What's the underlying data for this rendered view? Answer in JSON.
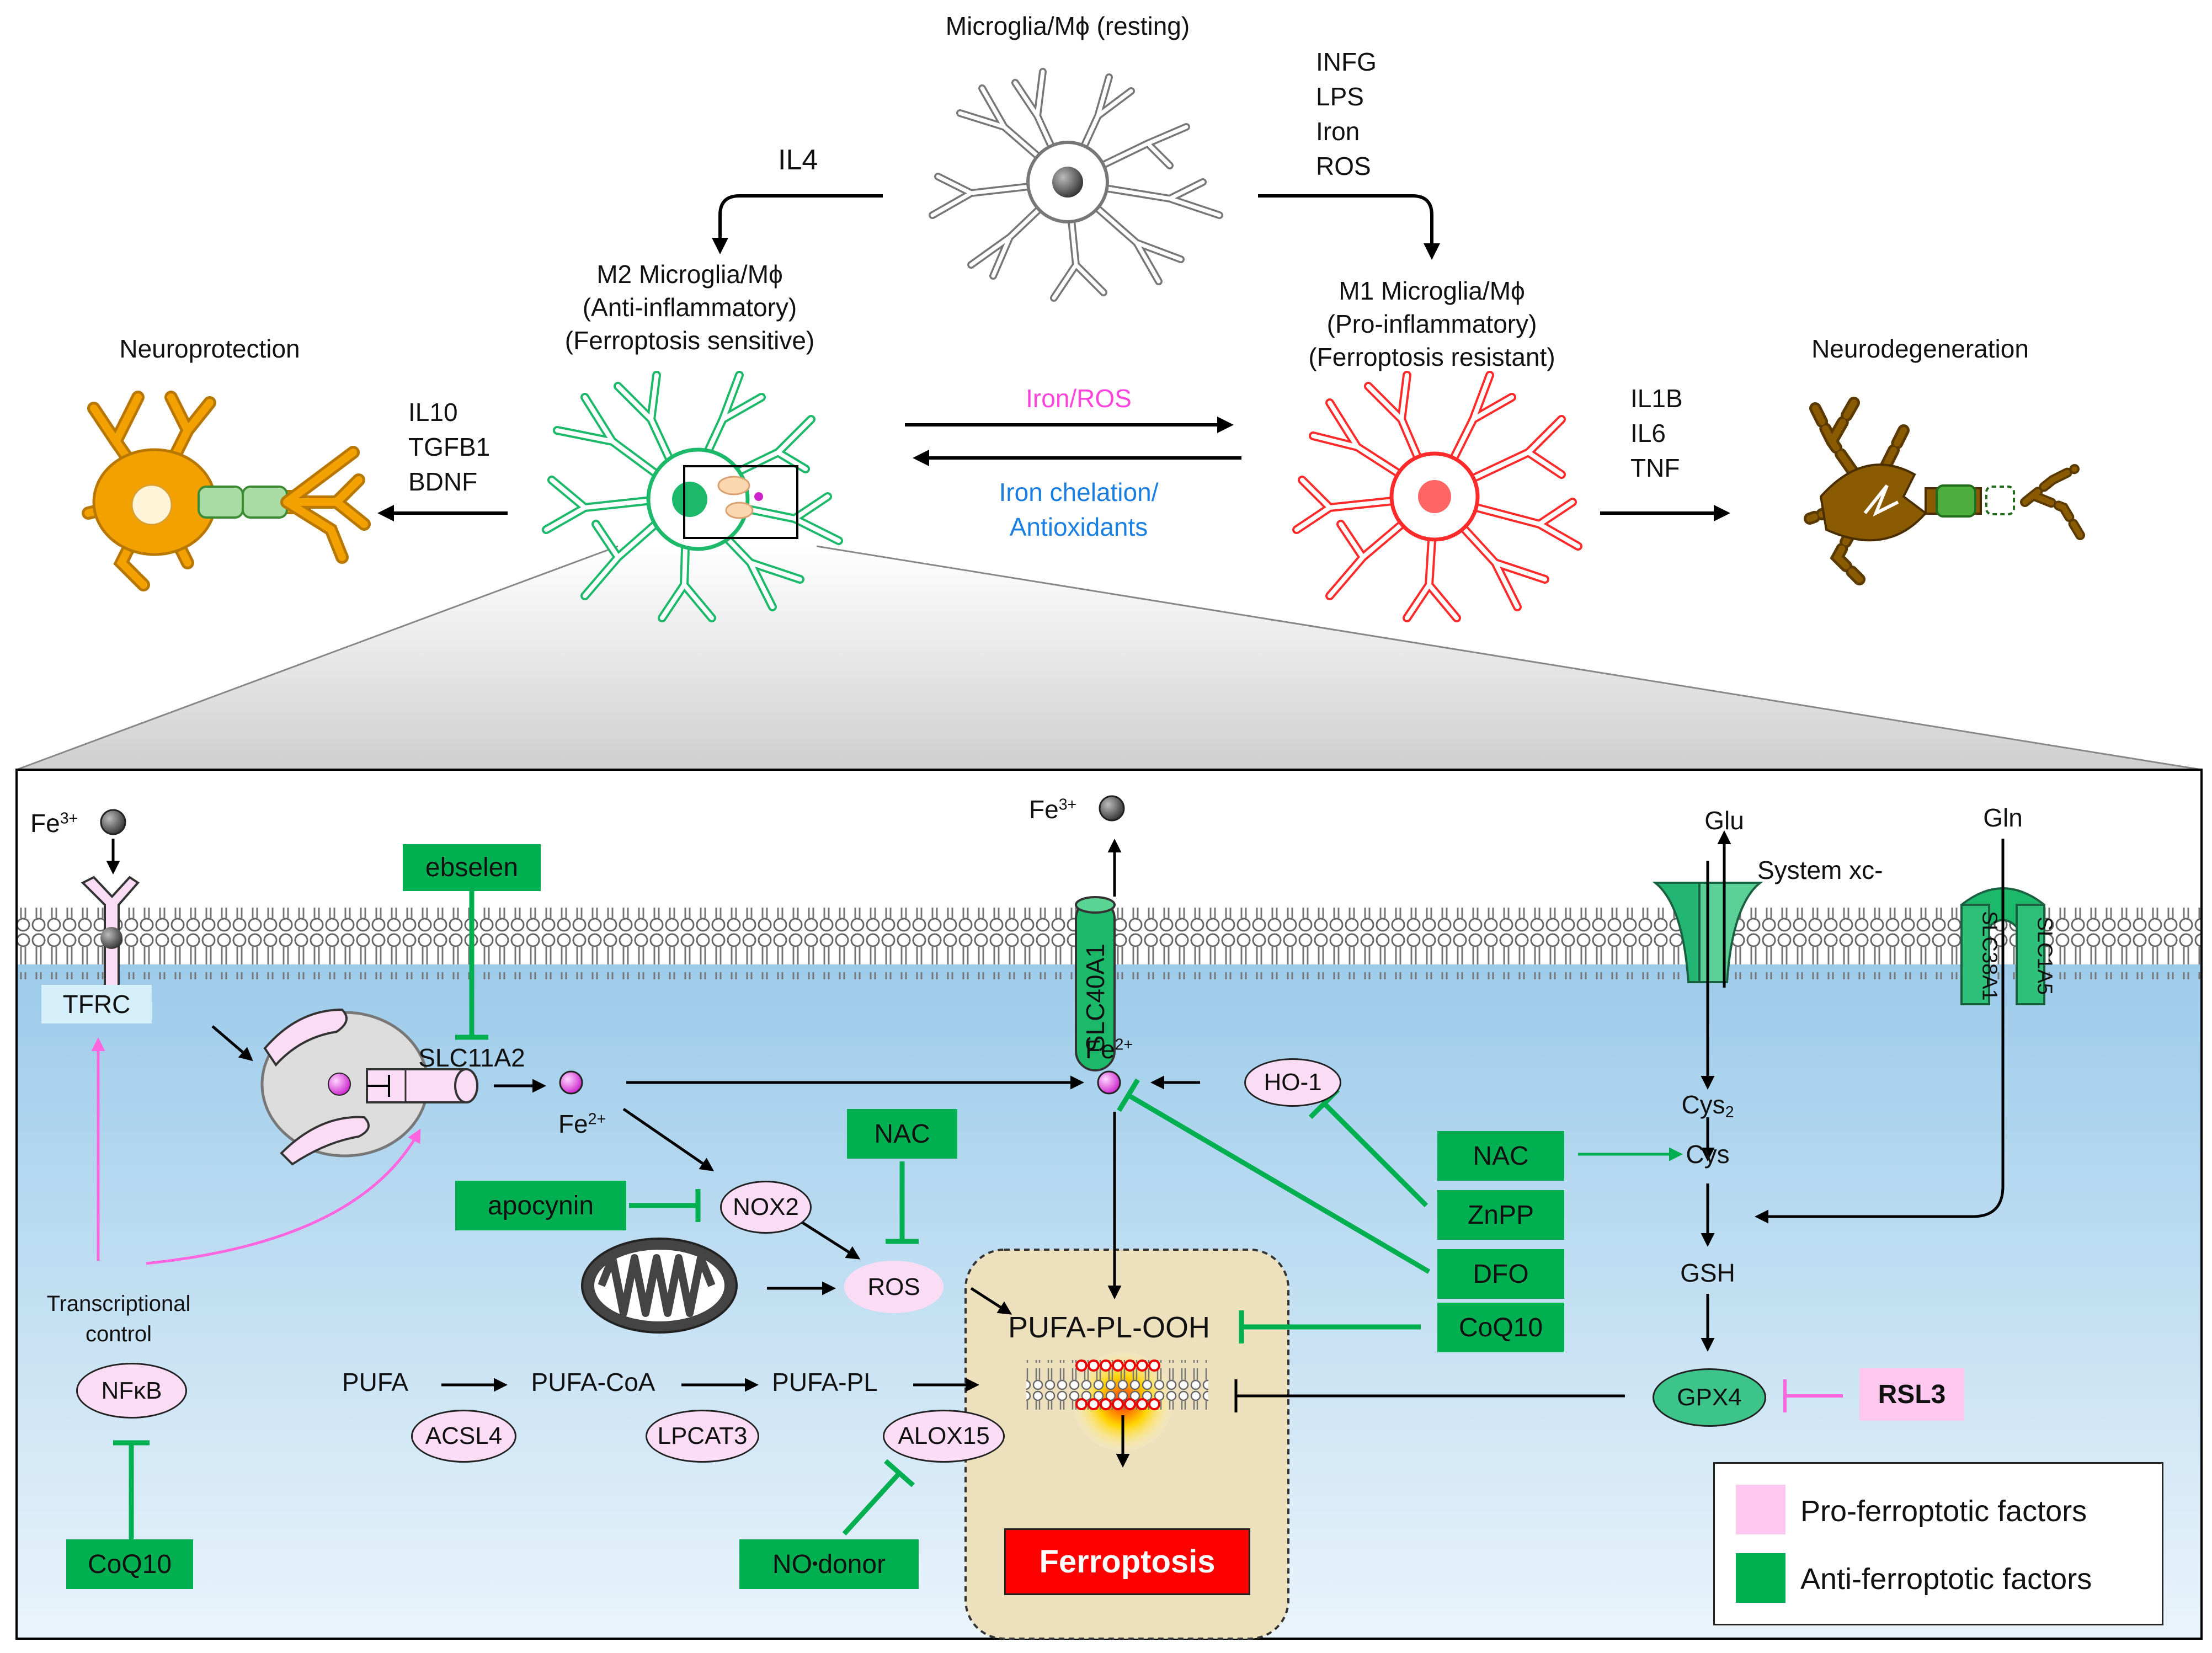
{
  "top": {
    "resting_label": "Microglia/Mϕ (resting)",
    "m1_stimuli": [
      "INFG",
      "LPS",
      "Iron",
      "ROS"
    ],
    "m2_stimulus": "IL4",
    "m2_label": [
      "M2 Microglia/Mϕ",
      "(Anti-inflammatory)",
      "(Ferroptosis sensitive)"
    ],
    "m1_label": [
      "M1 Microglia/Mϕ",
      "(Pro-inflammatory)",
      "(Ferroptosis resistant)"
    ],
    "neuroprotection": "Neuroprotection",
    "neurodegeneration": "Neurodegeneration",
    "m2_factors": [
      "IL10",
      "TGFB1",
      "BDNF"
    ],
    "m1_factors": [
      "IL1B",
      "IL6",
      "TNF"
    ],
    "to_m1_label": "Iron/ROS",
    "to_m2_label": [
      "Iron chelation/",
      "Antioxidants"
    ]
  },
  "colors": {
    "pink_text": "#ff44dd",
    "blue_text": "#1a7fe0",
    "green_box": "#00b050",
    "pink_box": "#ffc8f0",
    "m2_cell": "#1db96a",
    "m1_cell": "#ff2a2a",
    "resting_cell": "#777777",
    "neuron_good": "#f2a100",
    "neuron_bad": "#8a5a00",
    "cytoplasm": "#a9d1ec"
  },
  "pathway": {
    "fe3_left": "Fe",
    "fe3_sup": "3+",
    "tfrc": "TFRC",
    "slc11a2": "SLC11A2",
    "fe2": "Fe",
    "fe2_sup": "2+",
    "slc40a1": "SLC40A1",
    "fe3_top": "Fe",
    "glu": "Glu",
    "gln": "Gln",
    "system_xc": "System xc-",
    "slc38a1": "SLC38A1",
    "slc1a5": "SLC1A5",
    "cys2": "Cys",
    "cys2_sub": "2",
    "cys": "Cys",
    "gsh": "GSH",
    "gpx4": "GPX4",
    "rsl3": "RSL3",
    "ho1": "HO-1",
    "nox2": "NOX2",
    "ros": "ROS",
    "transcriptional": [
      "Transcriptional",
      "control"
    ],
    "nfkb": "NFκB",
    "pufa": "PUFA",
    "pufa_coa": "PUFA-CoA",
    "pufa_pl": "PUFA-PL",
    "pufa_pl_ooh": "PUFA-PL-OOH",
    "acsl4": "ACSL4",
    "lpcat3": "LPCAT3",
    "alox15": "ALOX15",
    "ferroptosis": "Ferroptosis"
  },
  "inhibitors": {
    "ebselen": "ebselen",
    "nac_top": "NAC",
    "apocynin": "apocynin",
    "nac_right": "NAC",
    "znpp": "ZnPP",
    "dfo": "DFO",
    "coq10_right": "CoQ10",
    "coq10_left": "CoQ10",
    "no_donor": "NO",
    "no_donor_rest": " donor"
  },
  "legend": {
    "pro": "Pro-ferroptotic factors",
    "anti": "Anti-ferroptotic factors"
  }
}
